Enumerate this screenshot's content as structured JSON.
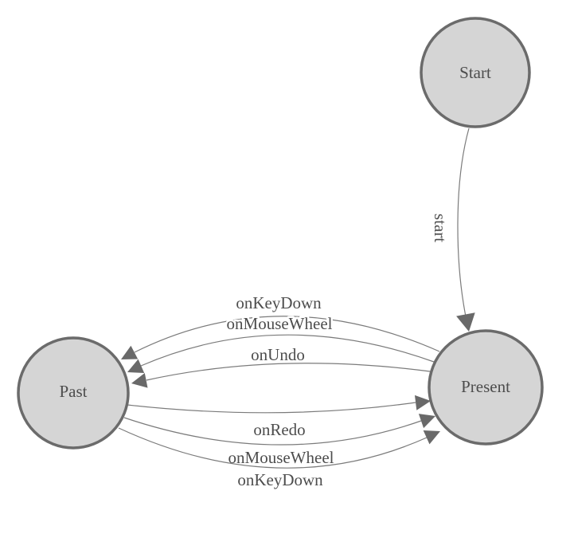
{
  "diagram": {
    "type": "finite-state-machine",
    "background_color": "#ffffff",
    "node_fill": "#d5d5d5",
    "node_stroke": "#6b6b6b",
    "edge_color": "#7b7b7b",
    "arrow_color": "#696969",
    "label_color": "#4d4d4d",
    "nodes": [
      {
        "id": "start",
        "label": "Start"
      },
      {
        "id": "past",
        "label": "Past"
      },
      {
        "id": "present",
        "label": "Present"
      }
    ],
    "edges": [
      {
        "from": "Start",
        "to": "Present",
        "label": "start"
      },
      {
        "from": "Present",
        "to": "Past",
        "label": "onKeyDown"
      },
      {
        "from": "Present",
        "to": "Past",
        "label": "onMouseWheel"
      },
      {
        "from": "Present",
        "to": "Past",
        "label": "onUndo"
      },
      {
        "from": "Past",
        "to": "Present",
        "label": "onRedo"
      },
      {
        "from": "Past",
        "to": "Present",
        "label": "onMouseWheel"
      },
      {
        "from": "Past",
        "to": "Present",
        "label": "onKeyDown"
      }
    ]
  }
}
